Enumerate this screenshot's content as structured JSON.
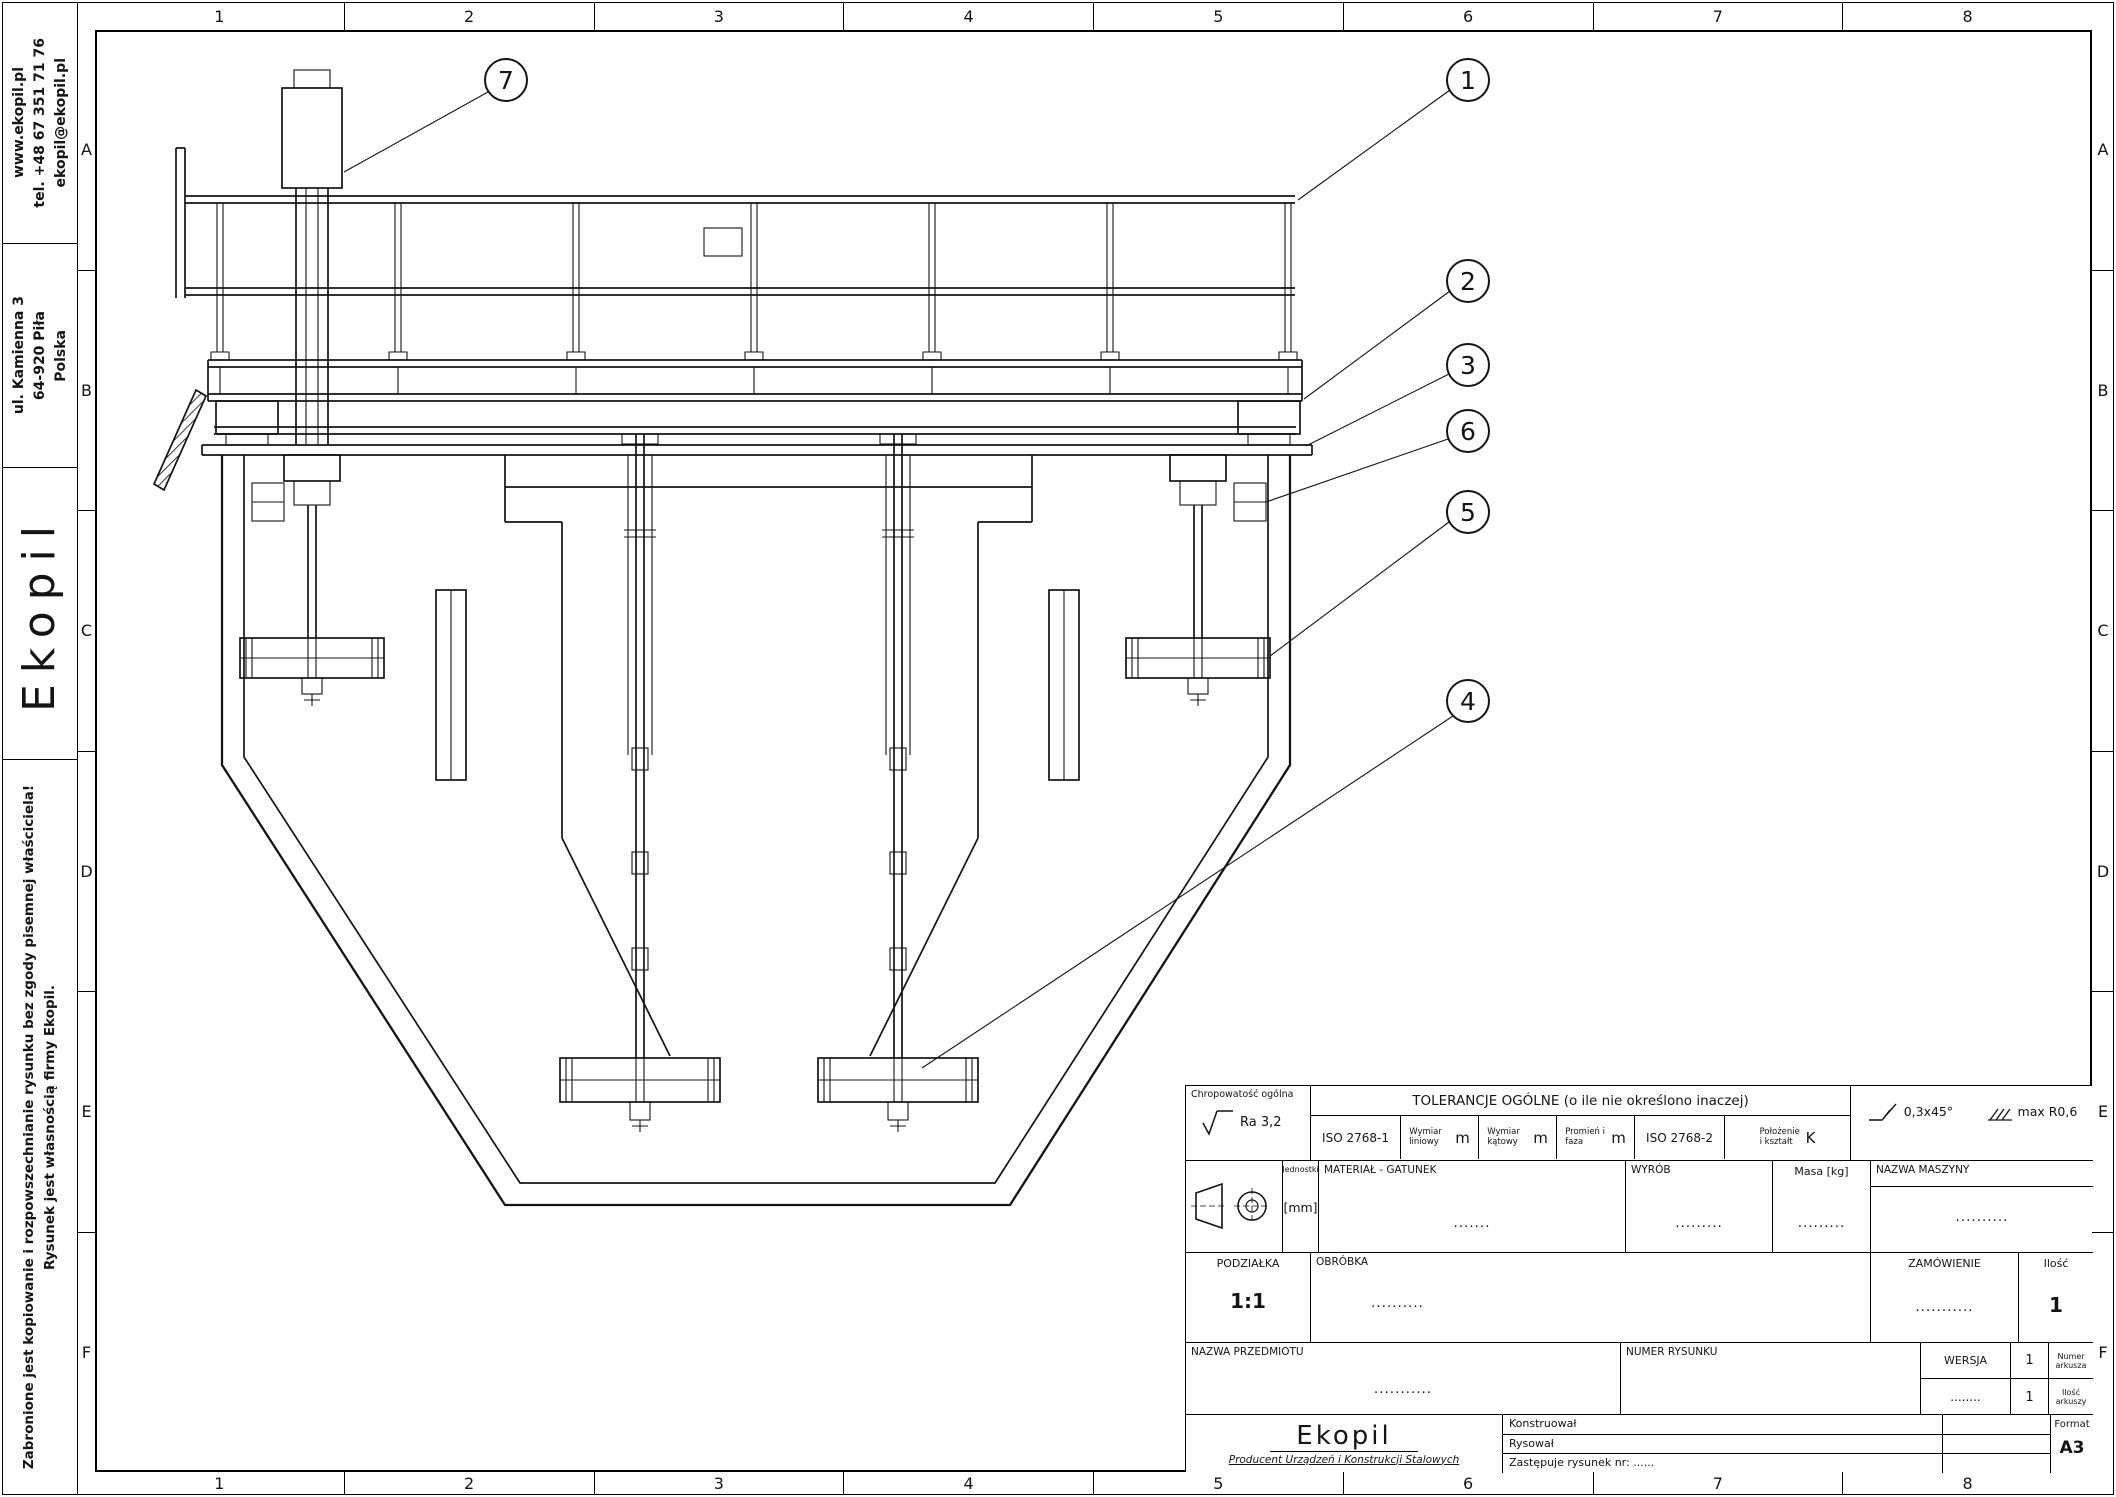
{
  "sheet": {
    "grid_cols": [
      "1",
      "2",
      "3",
      "4",
      "5",
      "6",
      "7",
      "8"
    ],
    "grid_rows": [
      "A",
      "B",
      "C",
      "D",
      "E",
      "F"
    ]
  },
  "sidebar": {
    "website": "www.ekopil.pl",
    "phone": "tel. +48 67 351 71 76",
    "email": "ekopil@ekopil.pl",
    "address_line1": "ul. Kamienna 3",
    "address_line2": "64-920 Piła",
    "address_line3": "Polska",
    "logo": "Ekopil",
    "notice_line1": "Zabronione jest kopiowanie i rozpowszechnianie rysunku bez zgody pisemnej właściciela!",
    "notice_line2": "Rysunek jest własnością firmy Ekopil."
  },
  "callouts": [
    "1",
    "2",
    "3",
    "4",
    "5",
    "6",
    "7"
  ],
  "title_block": {
    "roughness_label": "Chropowatość ogólna",
    "roughness_value": "Ra 3,2",
    "tolerances_title": "TOLERANCJE OGÓLNE (o ile nie określono inaczej)",
    "iso_1": "ISO 2768-1",
    "dim_linear_label": "Wymiar liniowy",
    "dim_linear_value": "m",
    "dim_angular_label": "Wymiar kątowy",
    "dim_angular_value": "m",
    "radius_chamfer_label": "Promień i faza",
    "radius_chamfer_value": "m",
    "iso_2": "ISO 2768-2",
    "position_shape_label": "Położenie i kształt",
    "position_shape_value": "K",
    "chamfer_note": "0,3x45°",
    "radius_note": "max R0,6",
    "units_label": "Jednostki",
    "units_value": "[mm]",
    "material_label": "MATERIAŁ - GATUNEK",
    "material_value": ".......",
    "product_label": "WYRÓB",
    "product_value": ".........",
    "mass_label": "Masa [kg]",
    "mass_value": ".........",
    "machine_name_label": "NAZWA MASZYNY",
    "machine_name_value": "..........",
    "scale_label": "PODZIAŁKA",
    "scale_value": "1:1",
    "treatment_label": "OBRÓBKA",
    "treatment_value": "..........",
    "order_label": "ZAMÓWIENIE",
    "order_value": "...........",
    "qty_label": "Ilość",
    "qty_value": "1",
    "item_name_label": "NAZWA PRZEDMIOTU",
    "item_name_value": "...........",
    "drawing_no_label": "NUMER RYSUNKU",
    "version_label": "WERSJA",
    "version_value": "........",
    "sheet_no_label": "Numer arkusza",
    "sheet_no_value": "1",
    "sheets_qty_label": "Ilość arkuszy",
    "sheets_qty_value": "1",
    "company_name": "Ekopil",
    "company_subtitle": "Producent Urządzeń i Konstrukcji Stalowych",
    "designed_label": "Konstruował",
    "drawn_label": "Rysował",
    "replaces_label": "Zastępuje rysunek nr: ......",
    "format_label": "Format",
    "format_value": "A3"
  }
}
